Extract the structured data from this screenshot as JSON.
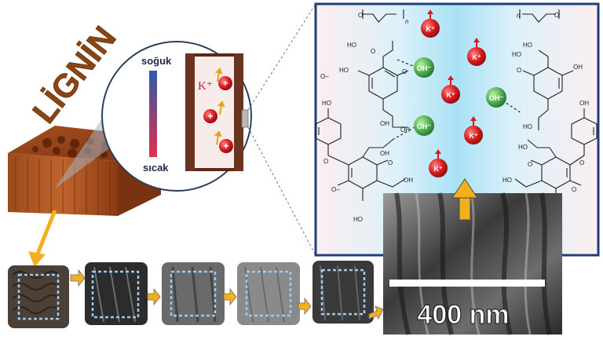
{
  "title": "LİGNİN",
  "thermo": {
    "cold_label": "soğuk",
    "hot_label": "sıcak"
  },
  "channel": {
    "ion_label": "K⁺"
  },
  "chem": {
    "hydroxide": "OH⁻",
    "potassium": "K⁺",
    "hydroxyl": "HO",
    "oh": "OH",
    "methoxy": "O–",
    "oxygen": "O",
    "polymer_n": "n"
  },
  "sem": {
    "scale_label": "400 nm"
  },
  "colors": {
    "title": "#8B4513",
    "wood": "#8B3A1A",
    "border": "#1F3F7A",
    "ion_red": "#D7191C",
    "ion_green": "#4CAF50",
    "arrow": "#F2B01E"
  }
}
